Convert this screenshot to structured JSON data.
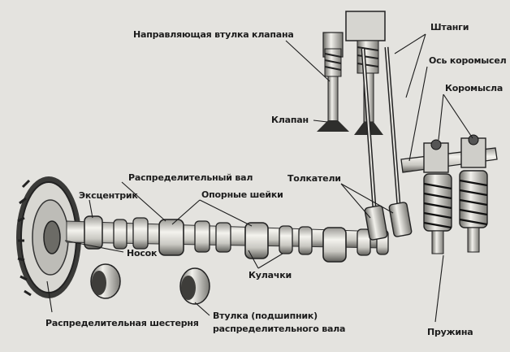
{
  "labels": {
    "valve_guide": "Направляющая втулка клапана",
    "pushrods": "Штанги",
    "rocker_axle": "Ось коромысел",
    "rockers": "Коромысла",
    "valve": "Клапан",
    "tappets": "Толкатели",
    "camshaft": "Распределительный вал",
    "eccentric": "Эксцентрик",
    "bearing_journals": "Опорные шейки",
    "nose": "Носок",
    "cams": "Кулачки",
    "timing_gear": "Распределительная шестерня",
    "bushing_line1": "Втулка  (подшипник)",
    "bushing_line2": "распределительного вала",
    "spring": "Пружина"
  },
  "colors": {
    "background": "#e4e3df",
    "ink": "#1c1c1c",
    "metal_light": "#f2f1ec",
    "metal_shade": "#8a8984"
  }
}
